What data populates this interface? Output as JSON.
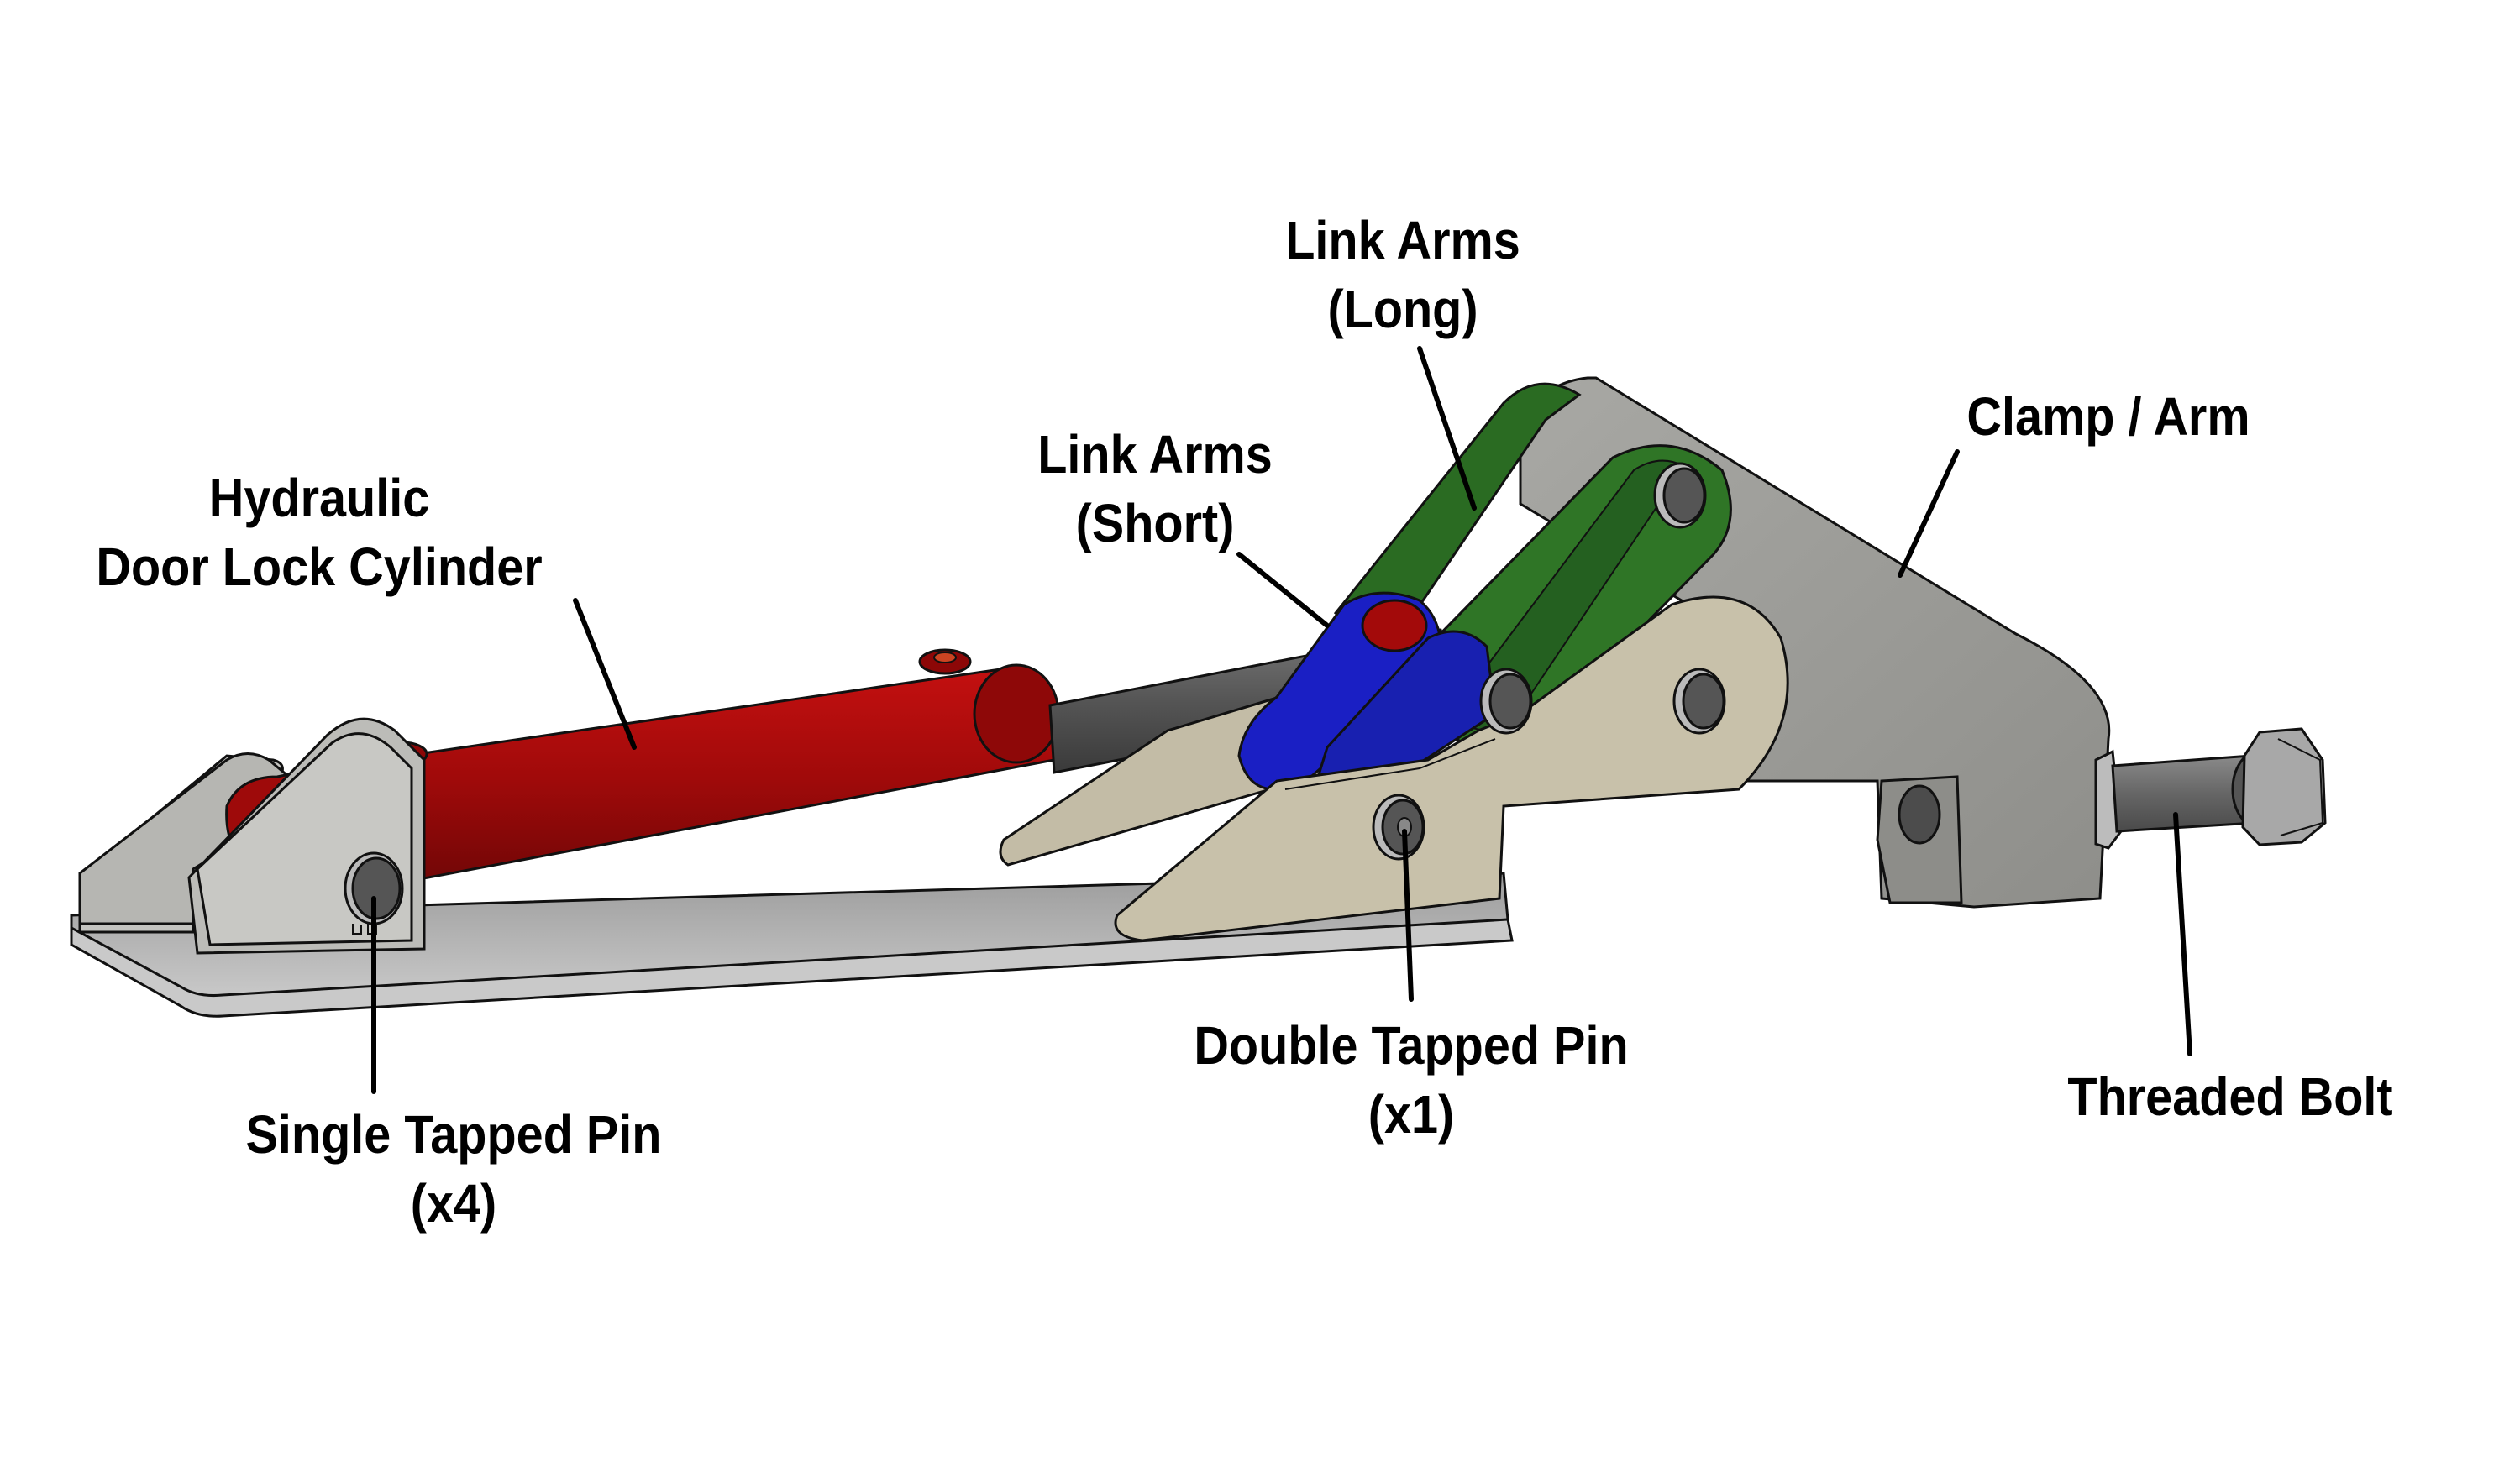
{
  "diagram": {
    "type": "annotated-cad-assembly",
    "subject": "Hydraulic door lock clamp assembly",
    "labels": [
      {
        "id": "cylinder",
        "lines": [
          "Hydraulic",
          "Door Lock Cylinder"
        ]
      },
      {
        "id": "link-arms-long",
        "lines": [
          "Link Arms",
          "(Long)"
        ]
      },
      {
        "id": "link-arms-short",
        "lines": [
          "Link Arms",
          "(Short)"
        ]
      },
      {
        "id": "clamp-arm",
        "lines": [
          "Clamp / Arm"
        ]
      },
      {
        "id": "double-tapped-pin",
        "lines": [
          "Double Tapped Pin",
          "(x1)"
        ]
      },
      {
        "id": "single-tapped-pin",
        "lines": [
          "Single Tapped Pin",
          "(x4)"
        ]
      },
      {
        "id": "threaded-bolt",
        "lines": [
          "Threaded Bolt"
        ]
      }
    ],
    "colors": {
      "cylinder": "#a30a0a",
      "link_arms_long": "#2a6b22",
      "link_arms_short": "#1a1fc4",
      "clamp_arm": "#9a9a96",
      "side_plates": "#bdb6a0",
      "base_plate": "#b8b8b8",
      "rod": "#555555",
      "outline": "#111111"
    }
  }
}
